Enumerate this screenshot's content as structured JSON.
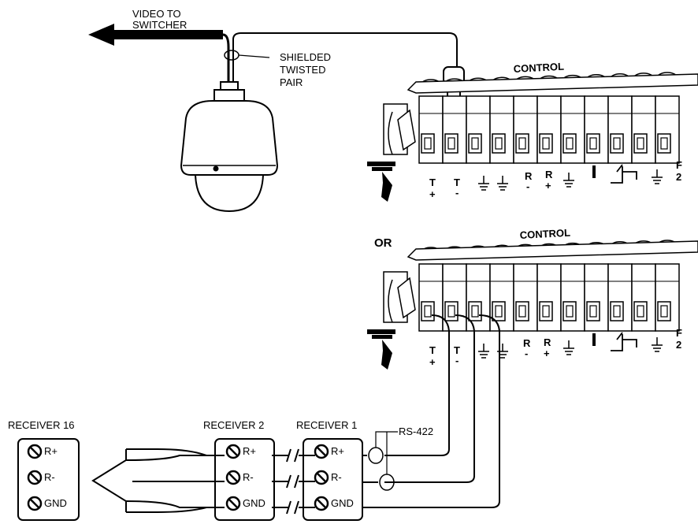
{
  "labels": {
    "video_to_switcher": [
      "VIDEO TO",
      "SWITCHER"
    ],
    "shielded_twisted_pair": [
      "SHIELDED",
      "TWISTED",
      "PAIR"
    ],
    "control_top": "CONTROL",
    "control_bottom": "CONTROL",
    "or": "OR",
    "rs422": "RS-422"
  },
  "terminal_labels": {
    "t_plus": [
      "T",
      "+"
    ],
    "t_minus": [
      "T",
      "-"
    ],
    "r_minus": [
      "R",
      "-"
    ],
    "r_plus": [
      "R",
      "+"
    ],
    "f2": [
      "F",
      "2"
    ]
  },
  "receivers": [
    {
      "title": "RECEIVER 16",
      "terminals": [
        "R+",
        "R-",
        "GND"
      ]
    },
    {
      "title": "RECEIVER 2",
      "terminals": [
        "R+",
        "R-",
        "GND"
      ]
    },
    {
      "title": "RECEIVER 1",
      "terminals": [
        "R+",
        "R-",
        "GND"
      ]
    }
  ]
}
